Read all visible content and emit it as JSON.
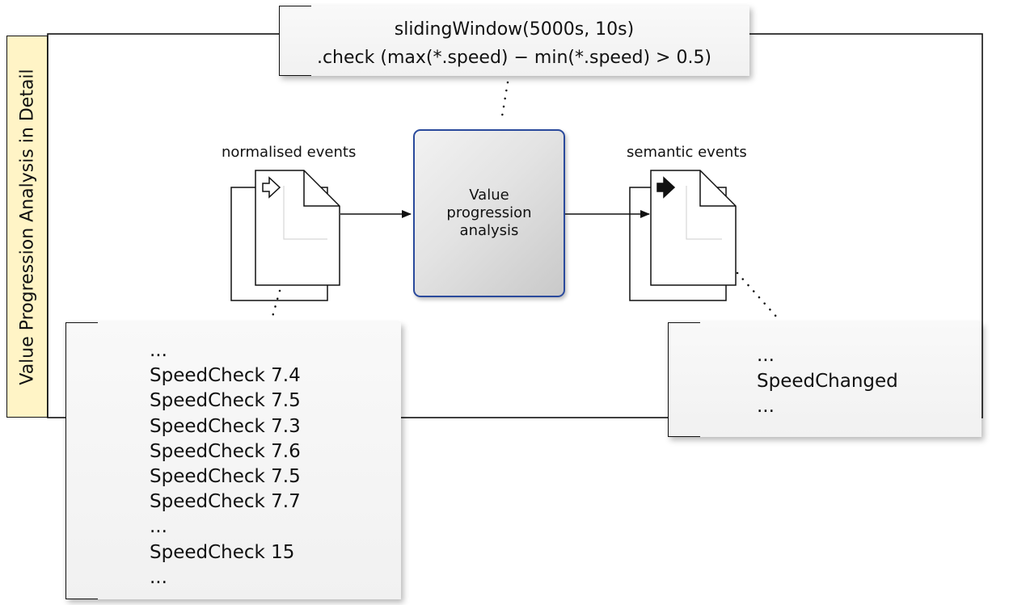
{
  "frame": {
    "label": "Value Progression Analysis in Detail"
  },
  "window_note": {
    "lines": [
      "slidingWindow(5000s, 10s)",
      ".check (max(*.speed) − min(*.speed) > 0.5)"
    ]
  },
  "input": {
    "caption": "normalised events",
    "icon": "hollow-arrow-right-icon",
    "note_lines": [
      "...",
      "SpeedCheck 7.4",
      "SpeedCheck 7.5",
      "SpeedCheck 7.3",
      "SpeedCheck 7.6",
      "SpeedCheck 7.5",
      "SpeedCheck 7.7",
      "...",
      "SpeedCheck 15",
      "..."
    ]
  },
  "process": {
    "label": "Value\nprogression\nanalysis"
  },
  "output": {
    "caption": "semantic events",
    "icon": "solid-arrow-right-icon",
    "note_lines": [
      "...",
      "SpeedChanged",
      "..."
    ]
  },
  "colors": {
    "frame_label_bg": "#fff4c6",
    "process_border": "#2a4a9c",
    "note_bg": "#f4f4f4"
  }
}
